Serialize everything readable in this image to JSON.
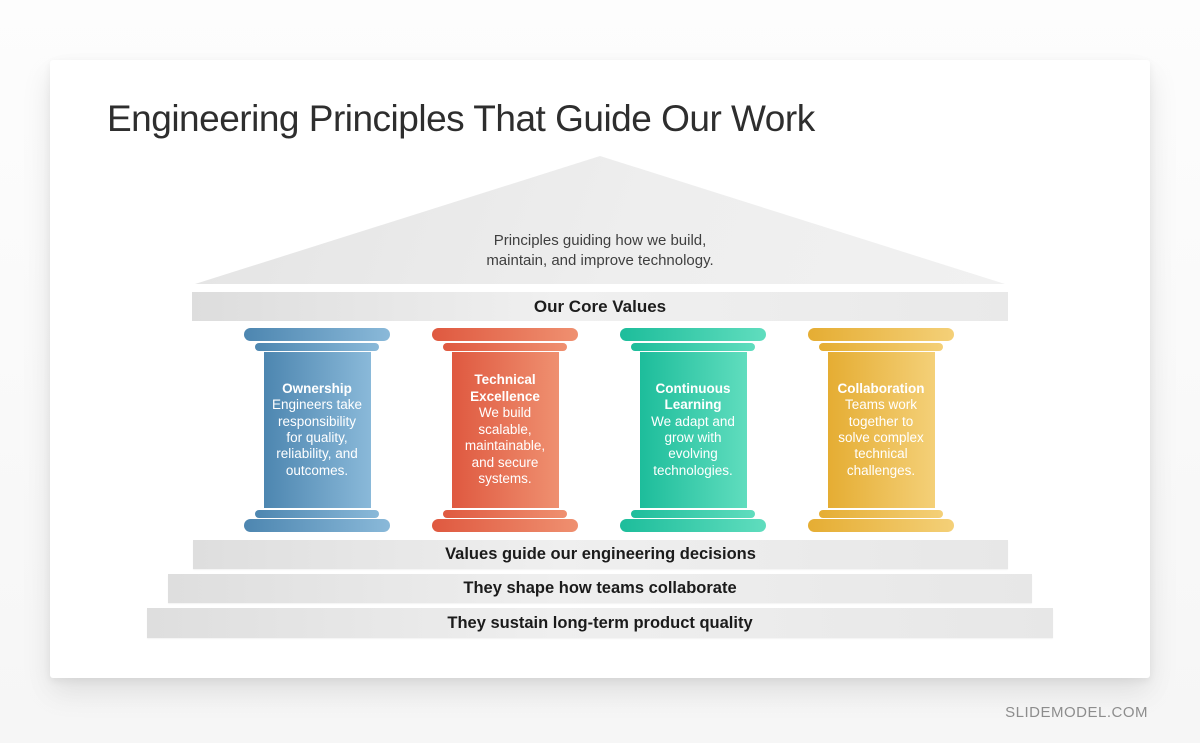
{
  "page": {
    "watermark": "SLIDEMODEL.COM"
  },
  "slide": {
    "title": "Engineering Principles That Guide Our Work",
    "pediment": {
      "text": "Principles guiding how we build, maintain, and improve technology."
    },
    "architrave": {
      "label": "Our Core Values"
    },
    "pillars": [
      {
        "title": "Ownership",
        "description": "Engineers take responsibility for quality, reliability, and outcomes.",
        "color_dark": "#4d86b0",
        "color_light": "#8ab9d9"
      },
      {
        "title": "Technical Excellence",
        "description": "We build scalable, maintainable, and secure systems.",
        "color_dark": "#df5940",
        "color_light": "#ef9070"
      },
      {
        "title": "Continuous Learning",
        "description": "We adapt and grow with evolving technologies.",
        "color_dark": "#1dbd9b",
        "color_light": "#60ddbe"
      },
      {
        "title": "Collaboration",
        "description": "Teams work together to solve complex technical challenges.",
        "color_dark": "#e5ad33",
        "color_light": "#f4d078"
      }
    ],
    "steps": [
      "Values guide our engineering decisions",
      "They shape how teams collaborate",
      "They sustain long-term product quality"
    ]
  }
}
